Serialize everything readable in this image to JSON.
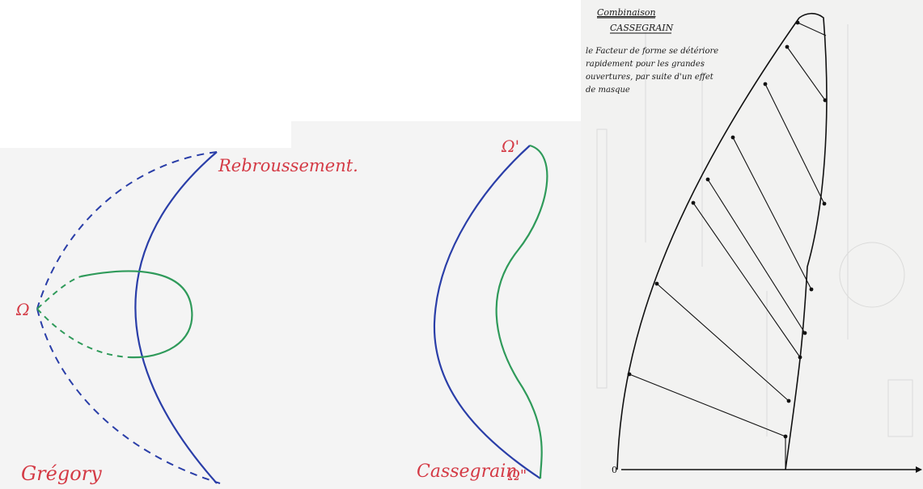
{
  "left_panel": {
    "label_cusp": "Rebroussement.",
    "label_omega": "Ω",
    "label_gregory": "Grégory",
    "label_omega_prime": "Ω'",
    "label_cassegrain": "Cassegrain",
    "label_omega_double_prime": "Ω\"",
    "colors": {
      "blue_curve": "#2a3ea8",
      "green_curve": "#2f9a5a",
      "labels": "#d43a45"
    }
  },
  "right_panel": {
    "title_line1": "Combinaison",
    "title_line2": "CASSEGRAIN",
    "note_lines": [
      "le Facteur de forme se détériore",
      "rapidement pour les grandes",
      "ouvertures, par suite d'un effet",
      "de masque"
    ],
    "origin_label": "0"
  }
}
